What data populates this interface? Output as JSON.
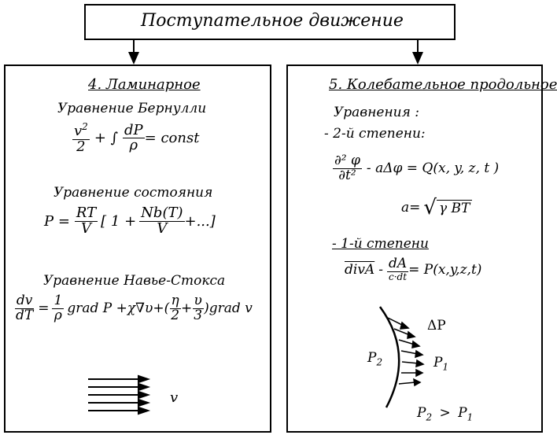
{
  "header": {
    "title": "Поступательное движение"
  },
  "left": {
    "title": "4. Ламинарное",
    "bernoulli_label": "Уравнение Бернулли",
    "bernoulli_eq": {
      "v": "v",
      "exp": "2",
      "two": "2",
      "plus_int": "+ ∫",
      "dP": "dP",
      "rho": "ρ",
      "const": "= const"
    },
    "state_label": "Уравнение состояния",
    "state_eq": {
      "P": "P =",
      "RT": "RT",
      "V": "V",
      "bracket_open": "[ 1 +",
      "NbT": "Nb(T)",
      "V2": "V",
      "tail": "+...]"
    },
    "navier_label": "Уравнение Навье-Стокса",
    "navier_eq": {
      "dv": "dv",
      "dT": "dT",
      "eq": "=",
      "one": "1",
      "rho": "ρ",
      "mid": "grad P +χ∇υ+(",
      "eta": "η",
      "two": "2",
      "plus": "+",
      "ups": "υ",
      "three": "3",
      "tail": ")grad v"
    },
    "flow_label": "v"
  },
  "right": {
    "title": "5. Колебательное продольное",
    "equations_label": "Уравнения :",
    "deg2_label": "- 2-й степени:",
    "wave_eq": {
      "num": "∂² φ",
      "den": "∂t²",
      "mid": "- aΔφ = Q(x, y, z, t )"
    },
    "a_eq": {
      "a": "a=",
      "root": "γ BT"
    },
    "deg1_label": "- 1-й степени",
    "div_eq": {
      "div": "divA",
      "minus": "-",
      "dA": "dA",
      "cdt": "c·dt",
      "tail": "= P(x,y,z,t)"
    },
    "deltaP": "ΔP",
    "P2": "P",
    "P2_sub": "2",
    "P1": "P",
    "P1_sub": "1",
    "ineq": {
      "a": "P",
      "a_sub": "2",
      "gt": ">",
      "b": "P",
      "b_sub": "1"
    }
  }
}
